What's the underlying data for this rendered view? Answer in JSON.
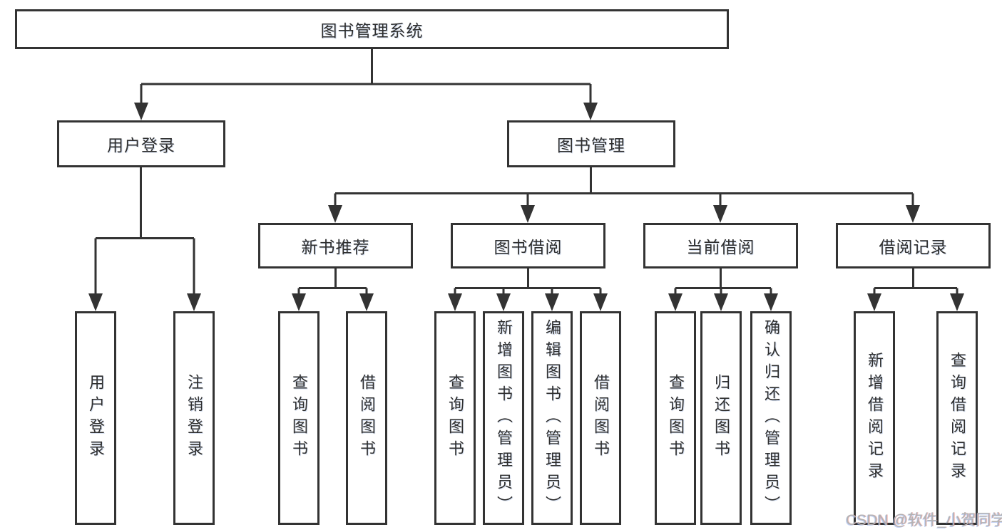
{
  "diagram": {
    "colors": {
      "line": "#333333",
      "box_border": "#333333",
      "text": "#2e2e2e",
      "watermark": "#b3b3b3",
      "background": "#ffffff"
    },
    "tree": {
      "label": "图书管理系统",
      "children": [
        {
          "label": "用户登录",
          "children": [
            {
              "label": "用户登录"
            },
            {
              "label": "注销登录"
            }
          ]
        },
        {
          "label": "图书管理",
          "children": [
            {
              "label": "新书推荐",
              "children": [
                {
                  "label": "查询图书"
                },
                {
                  "label": "借阅图书"
                }
              ]
            },
            {
              "label": "图书借阅",
              "children": [
                {
                  "label": "查询图书"
                },
                {
                  "label": "新增图书（管理员）"
                },
                {
                  "label": "编辑图书（管理员）"
                },
                {
                  "label": "借阅图书"
                }
              ]
            },
            {
              "label": "当前借阅",
              "children": [
                {
                  "label": "查询图书"
                },
                {
                  "label": "归还图书"
                },
                {
                  "label": "确认归还（管理员）"
                }
              ]
            },
            {
              "label": "借阅记录",
              "children": [
                {
                  "label": "新增借阅记录"
                },
                {
                  "label": "查询借阅记录"
                }
              ]
            }
          ]
        }
      ]
    },
    "watermark": "CSDN @软件_小贺同学"
  }
}
